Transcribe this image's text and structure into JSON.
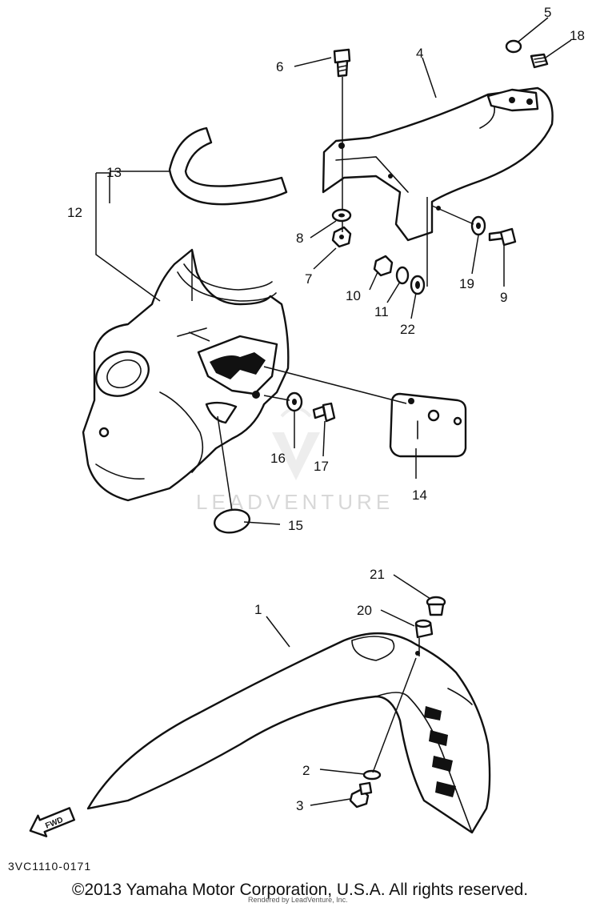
{
  "diagram": {
    "drawing_code": "3VC1110-0171",
    "watermark": "LEADVENTURE",
    "fwd_label": "FWD",
    "copyright": "©2013 Yamaha Motor Corporation, U.S.A. All rights reserved.",
    "rendered_by": "Rendered by LeadVenture, Inc.",
    "callouts": {
      "c1": "1",
      "c2": "2",
      "c3": "3",
      "c4": "4",
      "c5": "5",
      "c6": "6",
      "c7": "7",
      "c8": "8",
      "c9": "9",
      "c10": "10",
      "c11": "11",
      "c12": "12",
      "c13": "13",
      "c14": "14",
      "c15": "15",
      "c16": "16",
      "c17": "17",
      "c18": "18",
      "c19": "19",
      "c20": "20",
      "c21": "21",
      "c22": "22"
    }
  }
}
